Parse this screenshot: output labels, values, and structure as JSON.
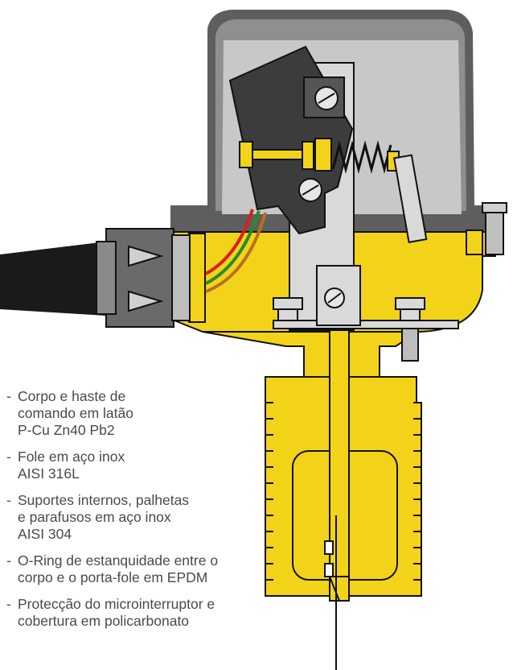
{
  "colors": {
    "brass": "#f2d31a",
    "brass_shade": "#c9ad00",
    "cover": "#8f8f8f",
    "cover_inner": "#c8c8c8",
    "cover_rim": "#5e5e5e",
    "steel": "#d9d9d9",
    "dark_plastic": "#3c3c3c",
    "cable": "#1a1a1a",
    "text": "#4a4a4a",
    "wire_red": "#d8201c",
    "wire_green": "#2a8a2a",
    "wire_brown": "#b8701e"
  },
  "specs": [
    {
      "lines": [
        "Corpo e haste de",
        "comando em latão",
        "P-Cu Zn40 Pb2"
      ]
    },
    {
      "lines": [
        "Fole em aço inox",
        "AISI 316L"
      ]
    },
    {
      "lines": [
        "Suportes internos, palhetas",
        "e parafusos em aço inox",
        "AISI 304"
      ]
    },
    {
      "lines": [
        "O-Ring de estanquidade entre o",
        "corpo e o porta-fole em EPDM"
      ]
    },
    {
      "lines": [
        "Protecção do microinterruptor e",
        "cobertura em policarbonato"
      ]
    }
  ]
}
